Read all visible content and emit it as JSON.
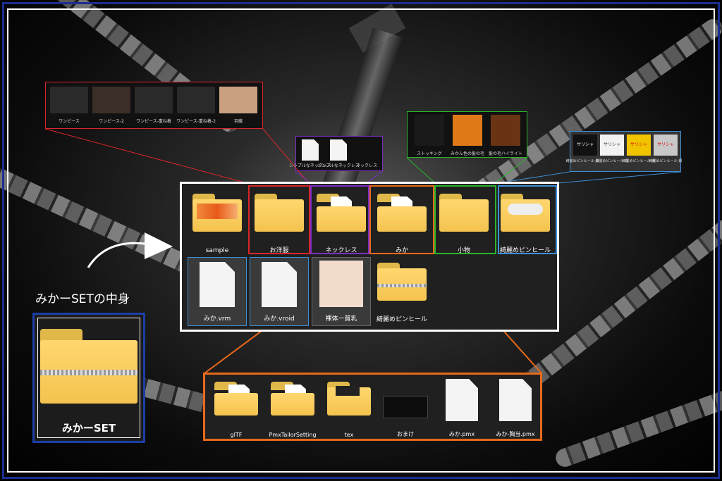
{
  "set_title": "みかーSETの中身",
  "set_archive": {
    "label": "みかーSET",
    "icon": "zip-folder-icon"
  },
  "main_panel": {
    "row1": [
      {
        "label": "sample",
        "icon": "image-folder-icon"
      },
      {
        "label": "お洋服",
        "icon": "folder-icon",
        "highlight": "#d9262b"
      },
      {
        "label": "ネックレス",
        "icon": "folder-icon",
        "highlight": "#7b2ec4"
      },
      {
        "label": "みか",
        "icon": "folder-icon",
        "highlight": "#e8691b"
      },
      {
        "label": "小物",
        "icon": "folder-icon",
        "highlight": "#2bb52b"
      },
      {
        "label": "綺麗めピンヒール",
        "icon": "folder-icon",
        "highlight": "#3d8fd6"
      }
    ],
    "row2": [
      {
        "label": "みか.vrm",
        "icon": "file-icon"
      },
      {
        "label": "みか.vroid",
        "icon": "file-icon"
      },
      {
        "label": "裸体ー貧乳",
        "icon": "texture-file-icon"
      },
      {
        "label": "綺麗めピンヒール",
        "icon": "zip-folder-icon"
      }
    ]
  },
  "callouts": {
    "clothes": [
      "ワンピース",
      "ワンピース-2",
      "ワンピース-重ね着",
      "ワンピース-重ね着-2",
      "羽織"
    ],
    "necklace": [
      "シンプルなネックレス",
      "シンプルなネックレス",
      "ネックレス"
    ],
    "accessories": [
      "ストッキング",
      "みかん色の髪の毛",
      "髪の毛ハイライト"
    ],
    "heels": [
      "綺麗めピンヒール-黒",
      "綺麗めピンヒール-白",
      "綺麗めピンヒール-黄",
      "綺麗めピンヒール-銀"
    ],
    "heels_thumb_text": [
      "サリシャ",
      "サリシャ",
      "サリシャ",
      "サリシャ"
    ]
  },
  "mika_folder": [
    {
      "label": "glTF",
      "icon": "folder-icon"
    },
    {
      "label": "PmxTailorSetting",
      "icon": "folder-icon"
    },
    {
      "label": "tex",
      "icon": "folder-icon"
    },
    {
      "label": "おまけ",
      "icon": "image-file-icon"
    },
    {
      "label": "みか.pmx",
      "icon": "file-icon"
    },
    {
      "label": "みか-胸当.pmx",
      "icon": "file-icon"
    }
  ],
  "colors": {
    "red": "#d9262b",
    "purple": "#7b2ec4",
    "orange": "#e8691b",
    "green": "#2bb52b",
    "blue": "#3d8fd6",
    "frame_blue": "#1b2f8e"
  }
}
